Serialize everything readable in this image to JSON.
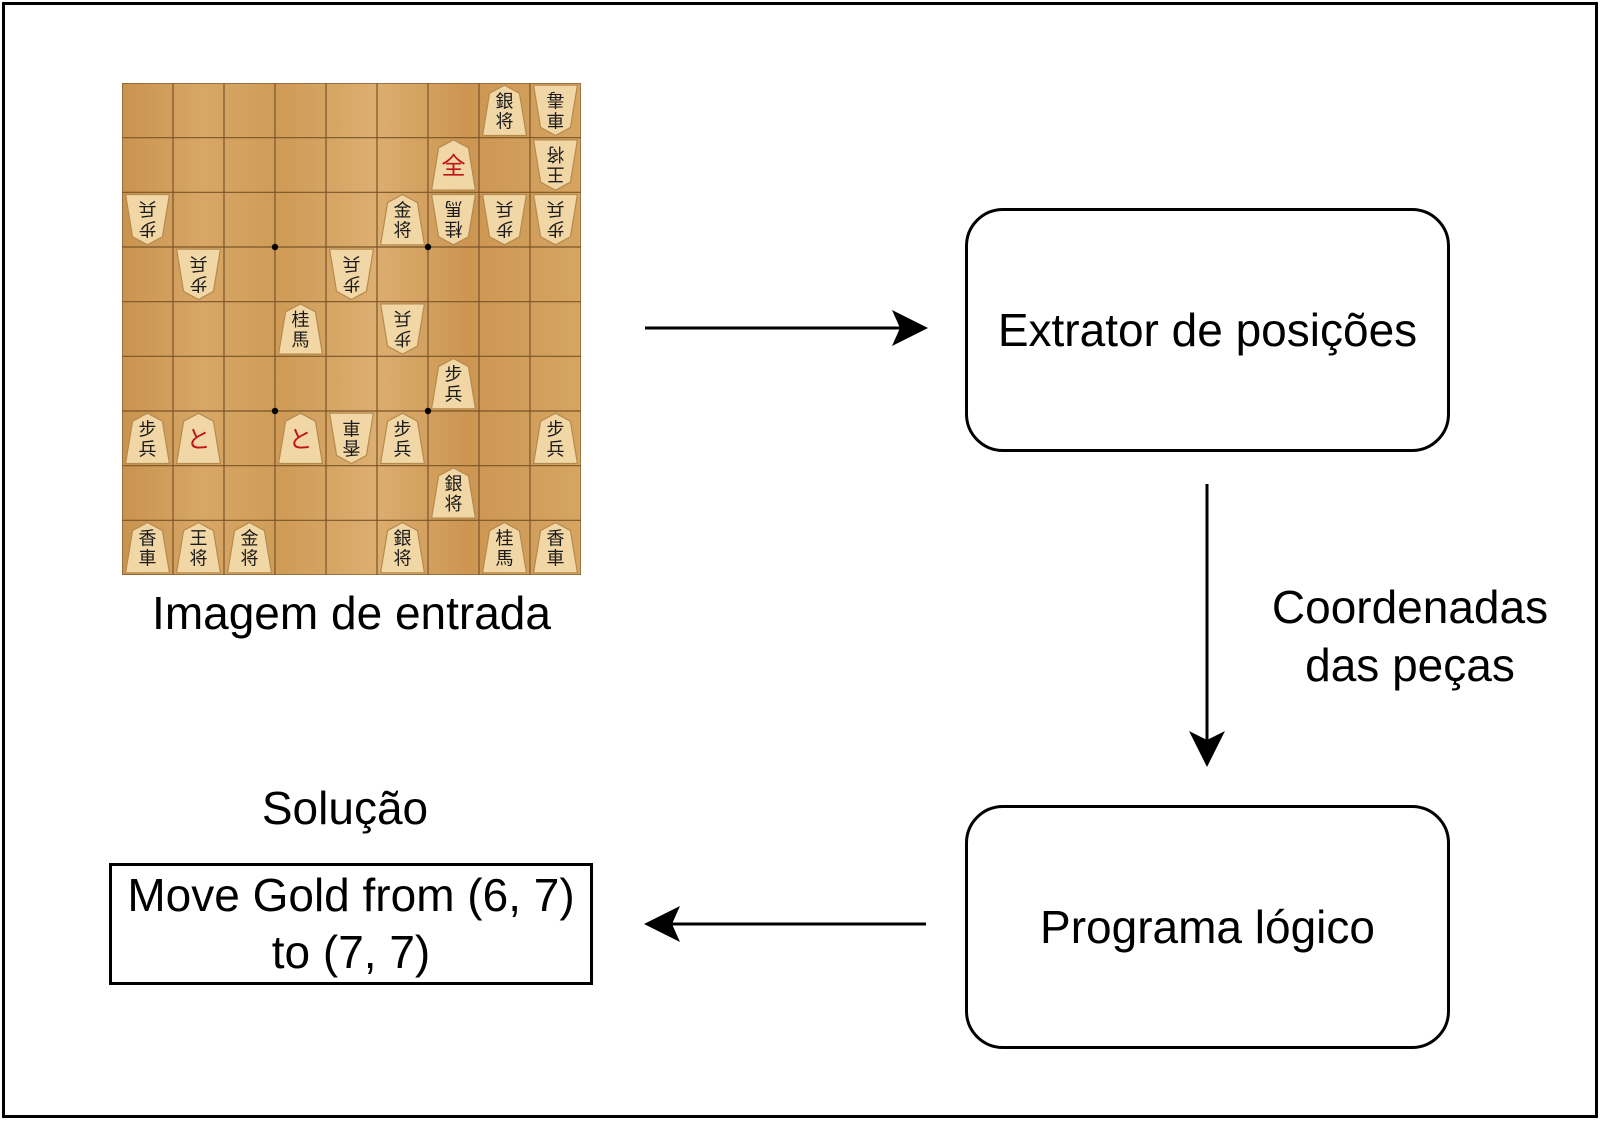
{
  "input_image": {
    "caption": "Imagem de entrada",
    "pieces": [
      {
        "file": 7,
        "rank": 0,
        "top": "銀",
        "bottom": "将",
        "enemy": false,
        "red": false
      },
      {
        "file": 8,
        "rank": 0,
        "top": "車",
        "bottom": "毒",
        "enemy": true,
        "red": false
      },
      {
        "file": 6,
        "rank": 1,
        "top": "全",
        "bottom": "",
        "enemy": false,
        "red": true
      },
      {
        "file": 8,
        "rank": 1,
        "top": "王",
        "bottom": "将",
        "enemy": true,
        "red": false
      },
      {
        "file": 0,
        "rank": 2,
        "top": "步",
        "bottom": "兵",
        "enemy": true,
        "red": false
      },
      {
        "file": 5,
        "rank": 2,
        "top": "金",
        "bottom": "将",
        "enemy": false,
        "red": false
      },
      {
        "file": 6,
        "rank": 2,
        "top": "桂",
        "bottom": "馬",
        "enemy": true,
        "red": false
      },
      {
        "file": 7,
        "rank": 2,
        "top": "步",
        "bottom": "兵",
        "enemy": true,
        "red": false
      },
      {
        "file": 8,
        "rank": 2,
        "top": "步",
        "bottom": "兵",
        "enemy": true,
        "red": false
      },
      {
        "file": 1,
        "rank": 3,
        "top": "步",
        "bottom": "兵",
        "enemy": true,
        "red": false
      },
      {
        "file": 4,
        "rank": 3,
        "top": "步",
        "bottom": "兵",
        "enemy": true,
        "red": false
      },
      {
        "file": 3,
        "rank": 4,
        "top": "桂",
        "bottom": "馬",
        "enemy": false,
        "red": false
      },
      {
        "file": 5,
        "rank": 4,
        "top": "步",
        "bottom": "兵",
        "enemy": true,
        "red": false
      },
      {
        "file": 6,
        "rank": 5,
        "top": "步",
        "bottom": "兵",
        "enemy": false,
        "red": false
      },
      {
        "file": 0,
        "rank": 6,
        "top": "步",
        "bottom": "兵",
        "enemy": false,
        "red": false
      },
      {
        "file": 1,
        "rank": 6,
        "top": "と",
        "bottom": "",
        "enemy": false,
        "red": true
      },
      {
        "file": 3,
        "rank": 6,
        "top": "と",
        "bottom": "",
        "enemy": false,
        "red": true
      },
      {
        "file": 4,
        "rank": 6,
        "top": "香",
        "bottom": "車",
        "enemy": true,
        "red": false
      },
      {
        "file": 5,
        "rank": 6,
        "top": "步",
        "bottom": "兵",
        "enemy": false,
        "red": false
      },
      {
        "file": 8,
        "rank": 6,
        "top": "步",
        "bottom": "兵",
        "enemy": false,
        "red": false
      },
      {
        "file": 6,
        "rank": 7,
        "top": "銀",
        "bottom": "将",
        "enemy": false,
        "red": false
      },
      {
        "file": 0,
        "rank": 8,
        "top": "香",
        "bottom": "車",
        "enemy": false,
        "red": false
      },
      {
        "file": 1,
        "rank": 8,
        "top": "王",
        "bottom": "将",
        "enemy": false,
        "red": false
      },
      {
        "file": 2,
        "rank": 8,
        "top": "金",
        "bottom": "将",
        "enemy": false,
        "red": false
      },
      {
        "file": 5,
        "rank": 8,
        "top": "銀",
        "bottom": "将",
        "enemy": false,
        "red": false
      },
      {
        "file": 7,
        "rank": 8,
        "top": "桂",
        "bottom": "馬",
        "enemy": false,
        "red": false
      },
      {
        "file": 8,
        "rank": 8,
        "top": "香",
        "bottom": "車",
        "enemy": false,
        "red": false
      }
    ]
  },
  "extractor": {
    "label": "Extrator de posições"
  },
  "coords": {
    "line1": "Coordenadas",
    "line2": "das peças"
  },
  "logic": {
    "label": "Programa lógico"
  },
  "solution": {
    "title": "Solução",
    "line1": "Move Gold from (6, 7)",
    "line2": "to (7, 7)"
  },
  "colors": {
    "board_line": "#7a5428",
    "piece_face": "#f1d7a6",
    "piece_edge": "#b58a4d",
    "red_ink": "#c0141c"
  }
}
